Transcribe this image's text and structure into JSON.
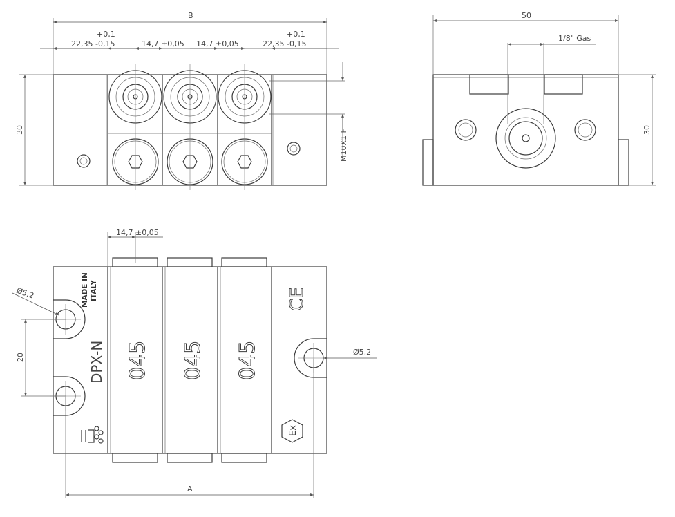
{
  "dimensions": {
    "b": "B",
    "fifty": "50",
    "tol_plus": "+0,1",
    "d22_left": "22,35 -0,15",
    "d14_1": "14,7 ±0,05",
    "d14_2": "14,7 ±0,05",
    "d22_right": "22,35 -0,15",
    "gas": "1/8\" Gas",
    "thirty_left": "30",
    "thirty_right": "30",
    "thread": "M10X1 F",
    "d14_bottom": "14,7 ±0,05",
    "dia_left": "Ø5,2",
    "dia_right": "Ø5,2",
    "twenty": "20",
    "a": "A"
  },
  "markings": {
    "made_in": "MADE IN",
    "italy": "ITALY",
    "model": "DPX-N",
    "code": "045",
    "ce": "CE",
    "ex": "Ex"
  }
}
